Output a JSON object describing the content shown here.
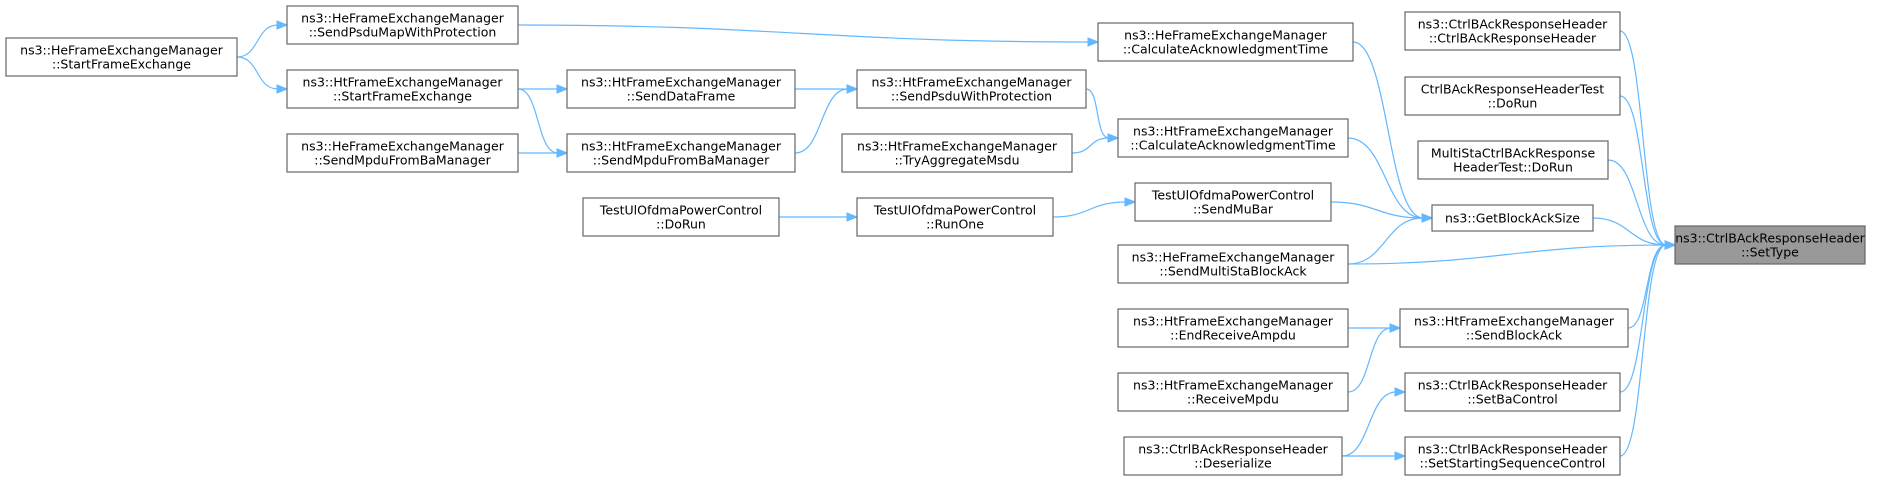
{
  "nodes": {
    "n0": [
      "ns3::CtrlBAckResponseHeader",
      "::SetType"
    ],
    "n1": [
      "ns3::CtrlBAckResponseHeader",
      "::CtrlBAckResponseHeader"
    ],
    "n2": [
      "CtrlBAckResponseHeaderTest",
      "::DoRun"
    ],
    "n3": [
      "MultiStaCtrlBAckResponse",
      "HeaderTest::DoRun"
    ],
    "n4": [
      "ns3::GetBlockAckSize"
    ],
    "n5": [
      "ns3::HeFrameExchangeManager",
      "::SendMultiStaBlockAck"
    ],
    "n6": [
      "ns3::HtFrameExchangeManager",
      "::SendBlockAck"
    ],
    "n7": [
      "ns3::CtrlBAckResponseHeader",
      "::SetBaControl"
    ],
    "n8": [
      "ns3::CtrlBAckResponseHeader",
      "::SetStartingSequenceControl"
    ],
    "n9": [
      "ns3::HeFrameExchangeManager",
      "::CalculateAcknowledgmentTime"
    ],
    "n10": [
      "ns3::HtFrameExchangeManager",
      "::CalculateAcknowledgmentTime"
    ],
    "n11": [
      "TestUlOfdmaPowerControl",
      "::SendMuBar"
    ],
    "n12": [
      "ns3::HtFrameExchangeManager",
      "::EndReceiveAmpdu"
    ],
    "n13": [
      "ns3::HtFrameExchangeManager",
      "::ReceiveMpdu"
    ],
    "n14": [
      "ns3::CtrlBAckResponseHeader",
      "::Deserialize"
    ],
    "n15": [
      "ns3::HeFrameExchangeManager",
      "::SendPsduMapWithProtection"
    ],
    "n16": [
      "ns3::HtFrameExchangeManager",
      "::SendPsduWithProtection"
    ],
    "n17": [
      "ns3::HtFrameExchangeManager",
      "::TryAggregateMsdu"
    ],
    "n18": [
      "TestUlOfdmaPowerControl",
      "::RunOne"
    ],
    "n19": [
      "ns3::HeFrameExchangeManager",
      "::StartFrameExchange"
    ],
    "n20": [
      "ns3::HtFrameExchangeManager",
      "::SendDataFrame"
    ],
    "n21": [
      "ns3::HtFrameExchangeManager",
      "::SendMpduFromBaManager"
    ],
    "n22": [
      "TestUlOfdmaPowerControl",
      "::DoRun"
    ],
    "n23": [
      "ns3::HtFrameExchangeManager",
      "::StartFrameExchange"
    ],
    "n24": [
      "ns3::HeFrameExchangeManager",
      "::SendMpduFromBaManager"
    ],
    "n25": [
      "ns3::HeFrameExchangeManager",
      "::StartFrameExchange"
    ]
  },
  "edges": [
    [
      "n1",
      "n0"
    ],
    [
      "n2",
      "n0"
    ],
    [
      "n3",
      "n0"
    ],
    [
      "n4",
      "n0"
    ],
    [
      "n5",
      "n0"
    ],
    [
      "n6",
      "n0"
    ],
    [
      "n7",
      "n0"
    ],
    [
      "n8",
      "n0"
    ],
    [
      "n9",
      "n4"
    ],
    [
      "n10",
      "n4"
    ],
    [
      "n11",
      "n4"
    ],
    [
      "n5",
      "n4"
    ],
    [
      "n12",
      "n6"
    ],
    [
      "n13",
      "n6"
    ],
    [
      "n14",
      "n7"
    ],
    [
      "n14",
      "n8"
    ],
    [
      "n15",
      "n9"
    ],
    [
      "n16",
      "n10"
    ],
    [
      "n17",
      "n10"
    ],
    [
      "n18",
      "n11"
    ],
    [
      "n20",
      "n16"
    ],
    [
      "n21",
      "n16"
    ],
    [
      "n22",
      "n18"
    ],
    [
      "n23",
      "n20"
    ],
    [
      "n23",
      "n21"
    ],
    [
      "n24",
      "n21"
    ],
    [
      "n25",
      "n15"
    ],
    [
      "n25",
      "n23"
    ]
  ],
  "colors": {
    "edge": "#63b8ff",
    "root_fill": "#999999",
    "border": "#666666"
  }
}
